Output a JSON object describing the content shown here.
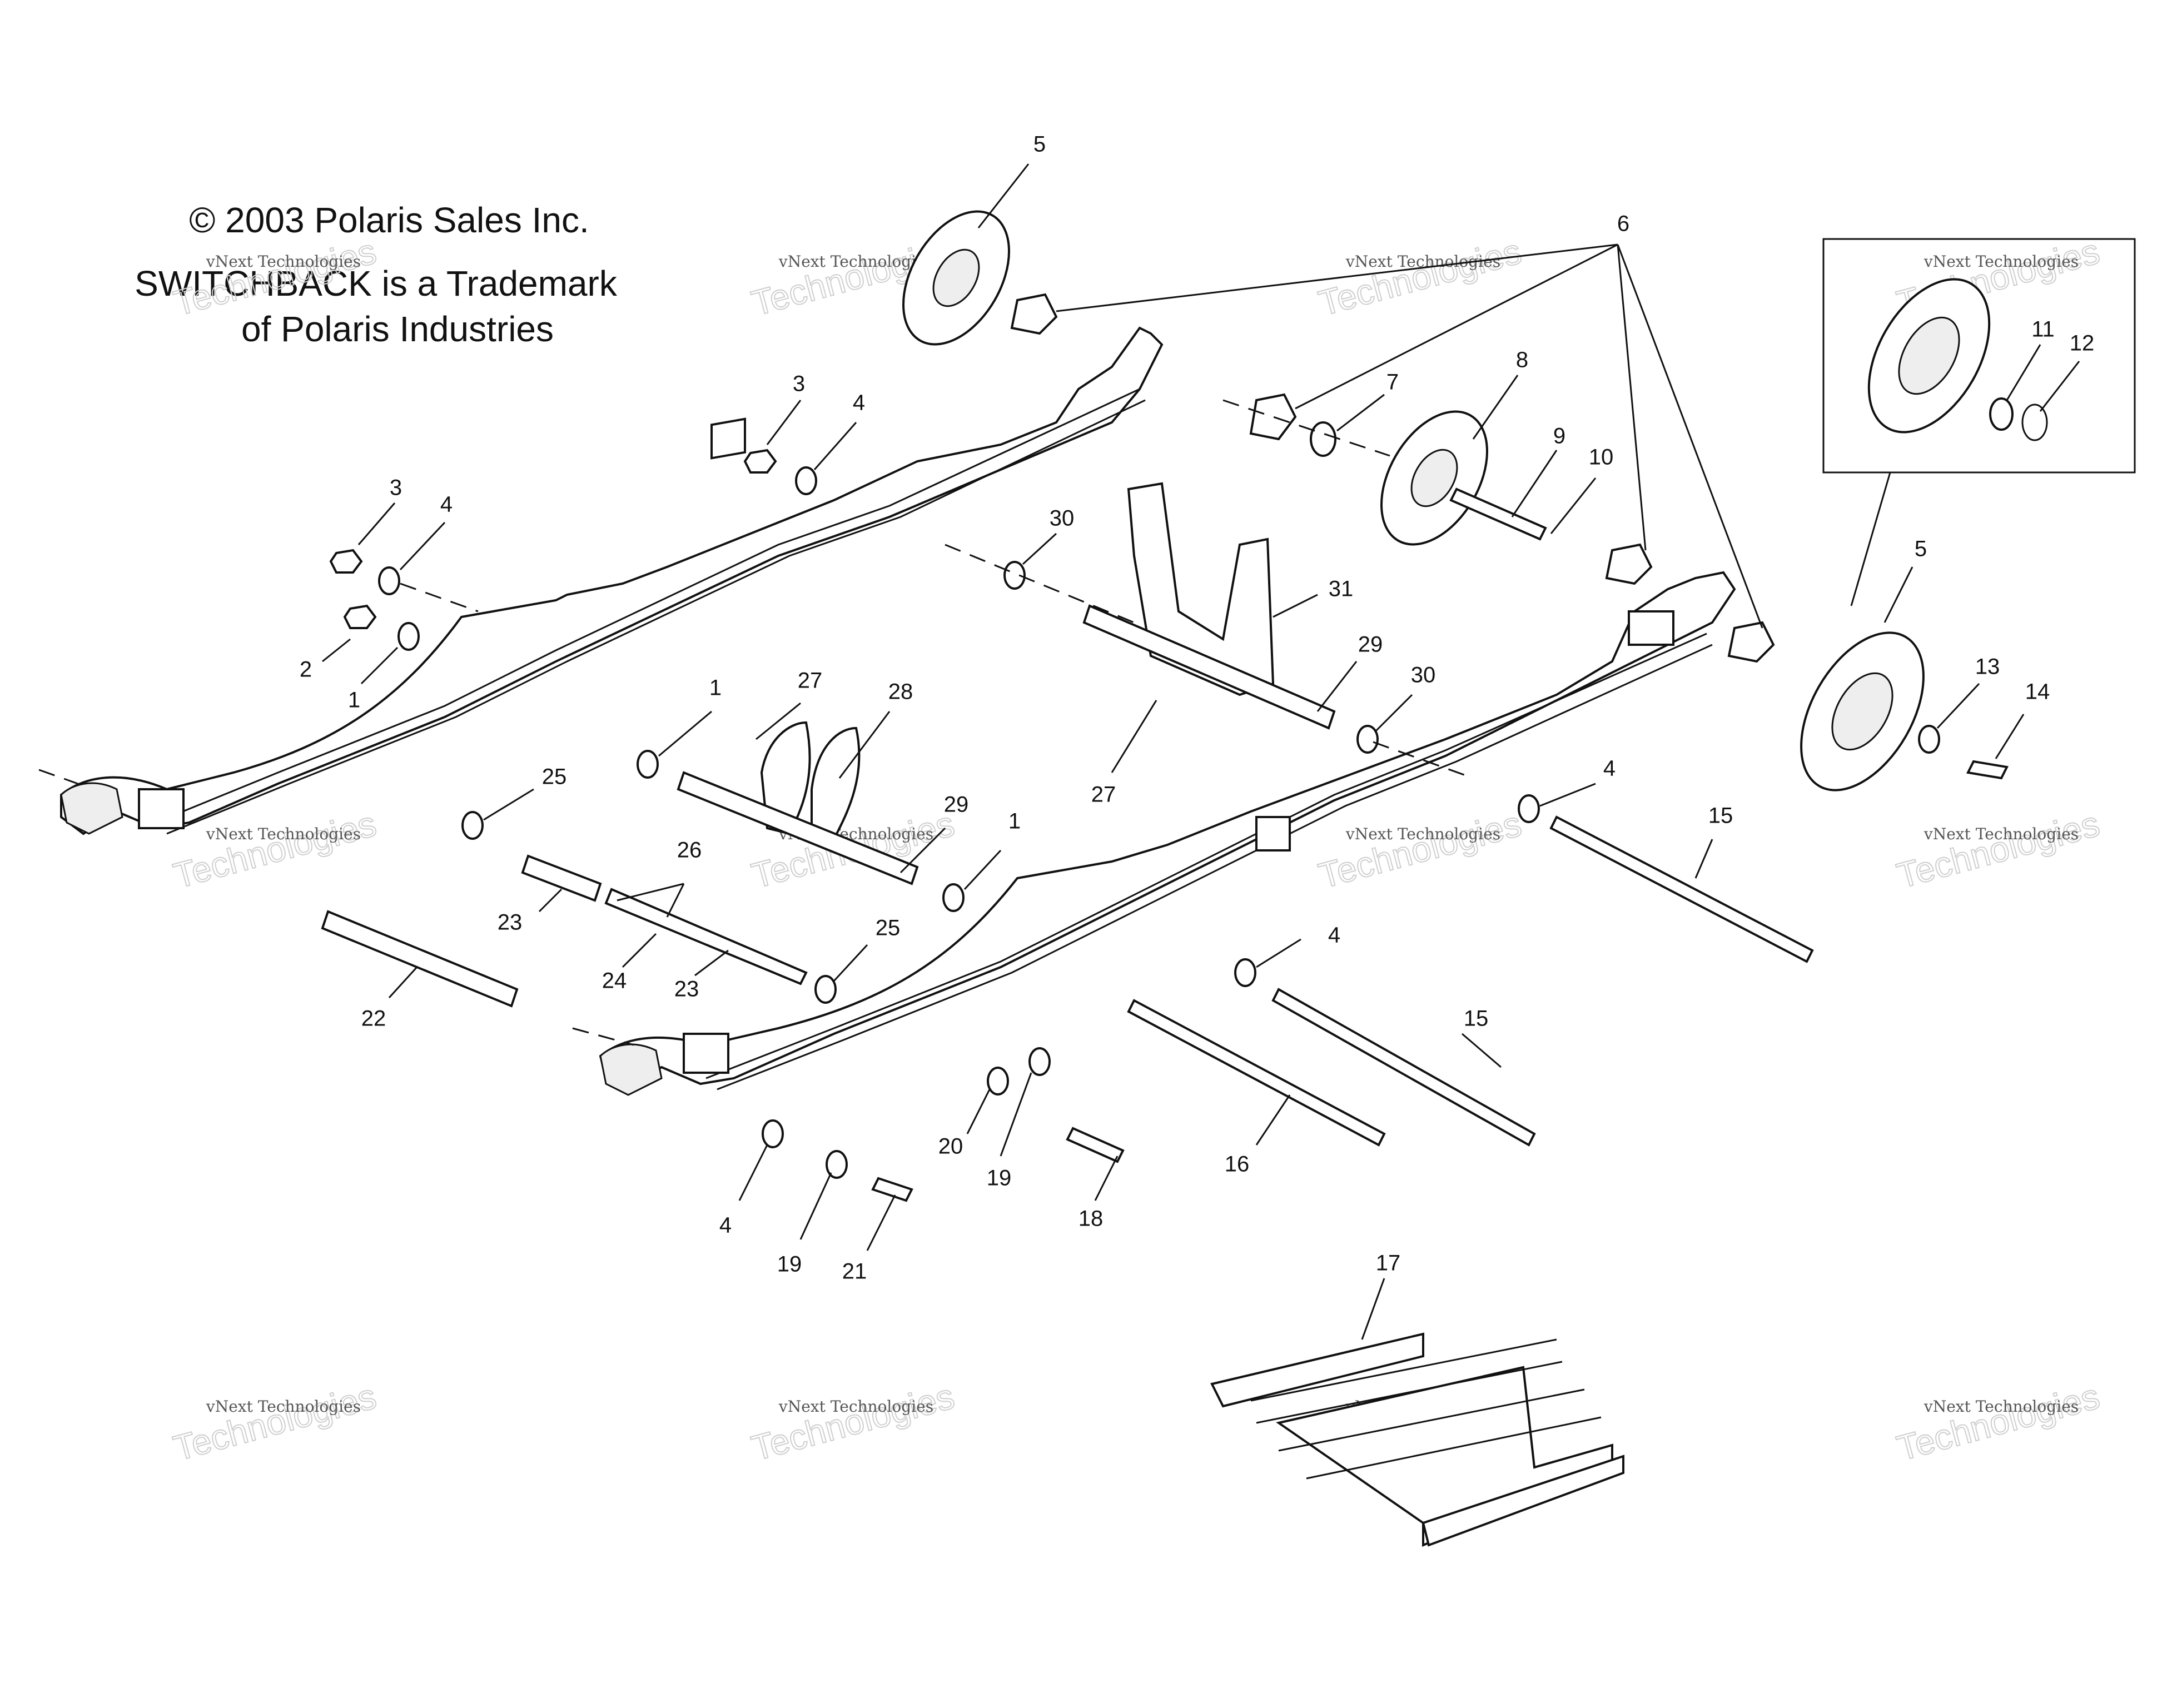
{
  "header": {
    "copyright_lines": [
      "© 2003 Polaris Sales Inc.",
      "SWITCHBACK is a Trademark",
      "of Polaris Industries"
    ]
  },
  "watermark": {
    "small_text": "vNext Technologies",
    "big_text": "Technologies",
    "stamp_text": "vNext"
  },
  "callouts": [
    {
      "id": "c5a",
      "text": "5"
    },
    {
      "id": "c6",
      "text": "6"
    },
    {
      "id": "c3a",
      "text": "3"
    },
    {
      "id": "c4a",
      "text": "4"
    },
    {
      "id": "c3b",
      "text": "3"
    },
    {
      "id": "c4b",
      "text": "4"
    },
    {
      "id": "c2",
      "text": "2"
    },
    {
      "id": "c1a",
      "text": "1"
    },
    {
      "id": "c7",
      "text": "7"
    },
    {
      "id": "c8",
      "text": "8"
    },
    {
      "id": "c9",
      "text": "9"
    },
    {
      "id": "c10",
      "text": "10"
    },
    {
      "id": "c11",
      "text": "11"
    },
    {
      "id": "c12",
      "text": "12"
    },
    {
      "id": "c30a",
      "text": "30"
    },
    {
      "id": "c31",
      "text": "31"
    },
    {
      "id": "c29a",
      "text": "29"
    },
    {
      "id": "c30b",
      "text": "30"
    },
    {
      "id": "c5b",
      "text": "5"
    },
    {
      "id": "c13",
      "text": "13"
    },
    {
      "id": "c14",
      "text": "14"
    },
    {
      "id": "c1b",
      "text": "1"
    },
    {
      "id": "c27a",
      "text": "27"
    },
    {
      "id": "c28",
      "text": "28"
    },
    {
      "id": "c27b",
      "text": "27"
    },
    {
      "id": "c25a",
      "text": "25"
    },
    {
      "id": "c29b",
      "text": "29"
    },
    {
      "id": "c1c",
      "text": "1"
    },
    {
      "id": "c4c",
      "text": "4"
    },
    {
      "id": "c15a",
      "text": "15"
    },
    {
      "id": "c26",
      "text": "26"
    },
    {
      "id": "c23a",
      "text": "23"
    },
    {
      "id": "c25b",
      "text": "25"
    },
    {
      "id": "c24",
      "text": "24"
    },
    {
      "id": "c23b",
      "text": "23"
    },
    {
      "id": "c22",
      "text": "22"
    },
    {
      "id": "c4d",
      "text": "4"
    },
    {
      "id": "c15b",
      "text": "15"
    },
    {
      "id": "c20",
      "text": "20"
    },
    {
      "id": "c19a",
      "text": "19"
    },
    {
      "id": "c16",
      "text": "16"
    },
    {
      "id": "c18",
      "text": "18"
    },
    {
      "id": "c4e",
      "text": "4"
    },
    {
      "id": "c19b",
      "text": "19"
    },
    {
      "id": "c21",
      "text": "21"
    },
    {
      "id": "c17",
      "text": "17"
    }
  ]
}
